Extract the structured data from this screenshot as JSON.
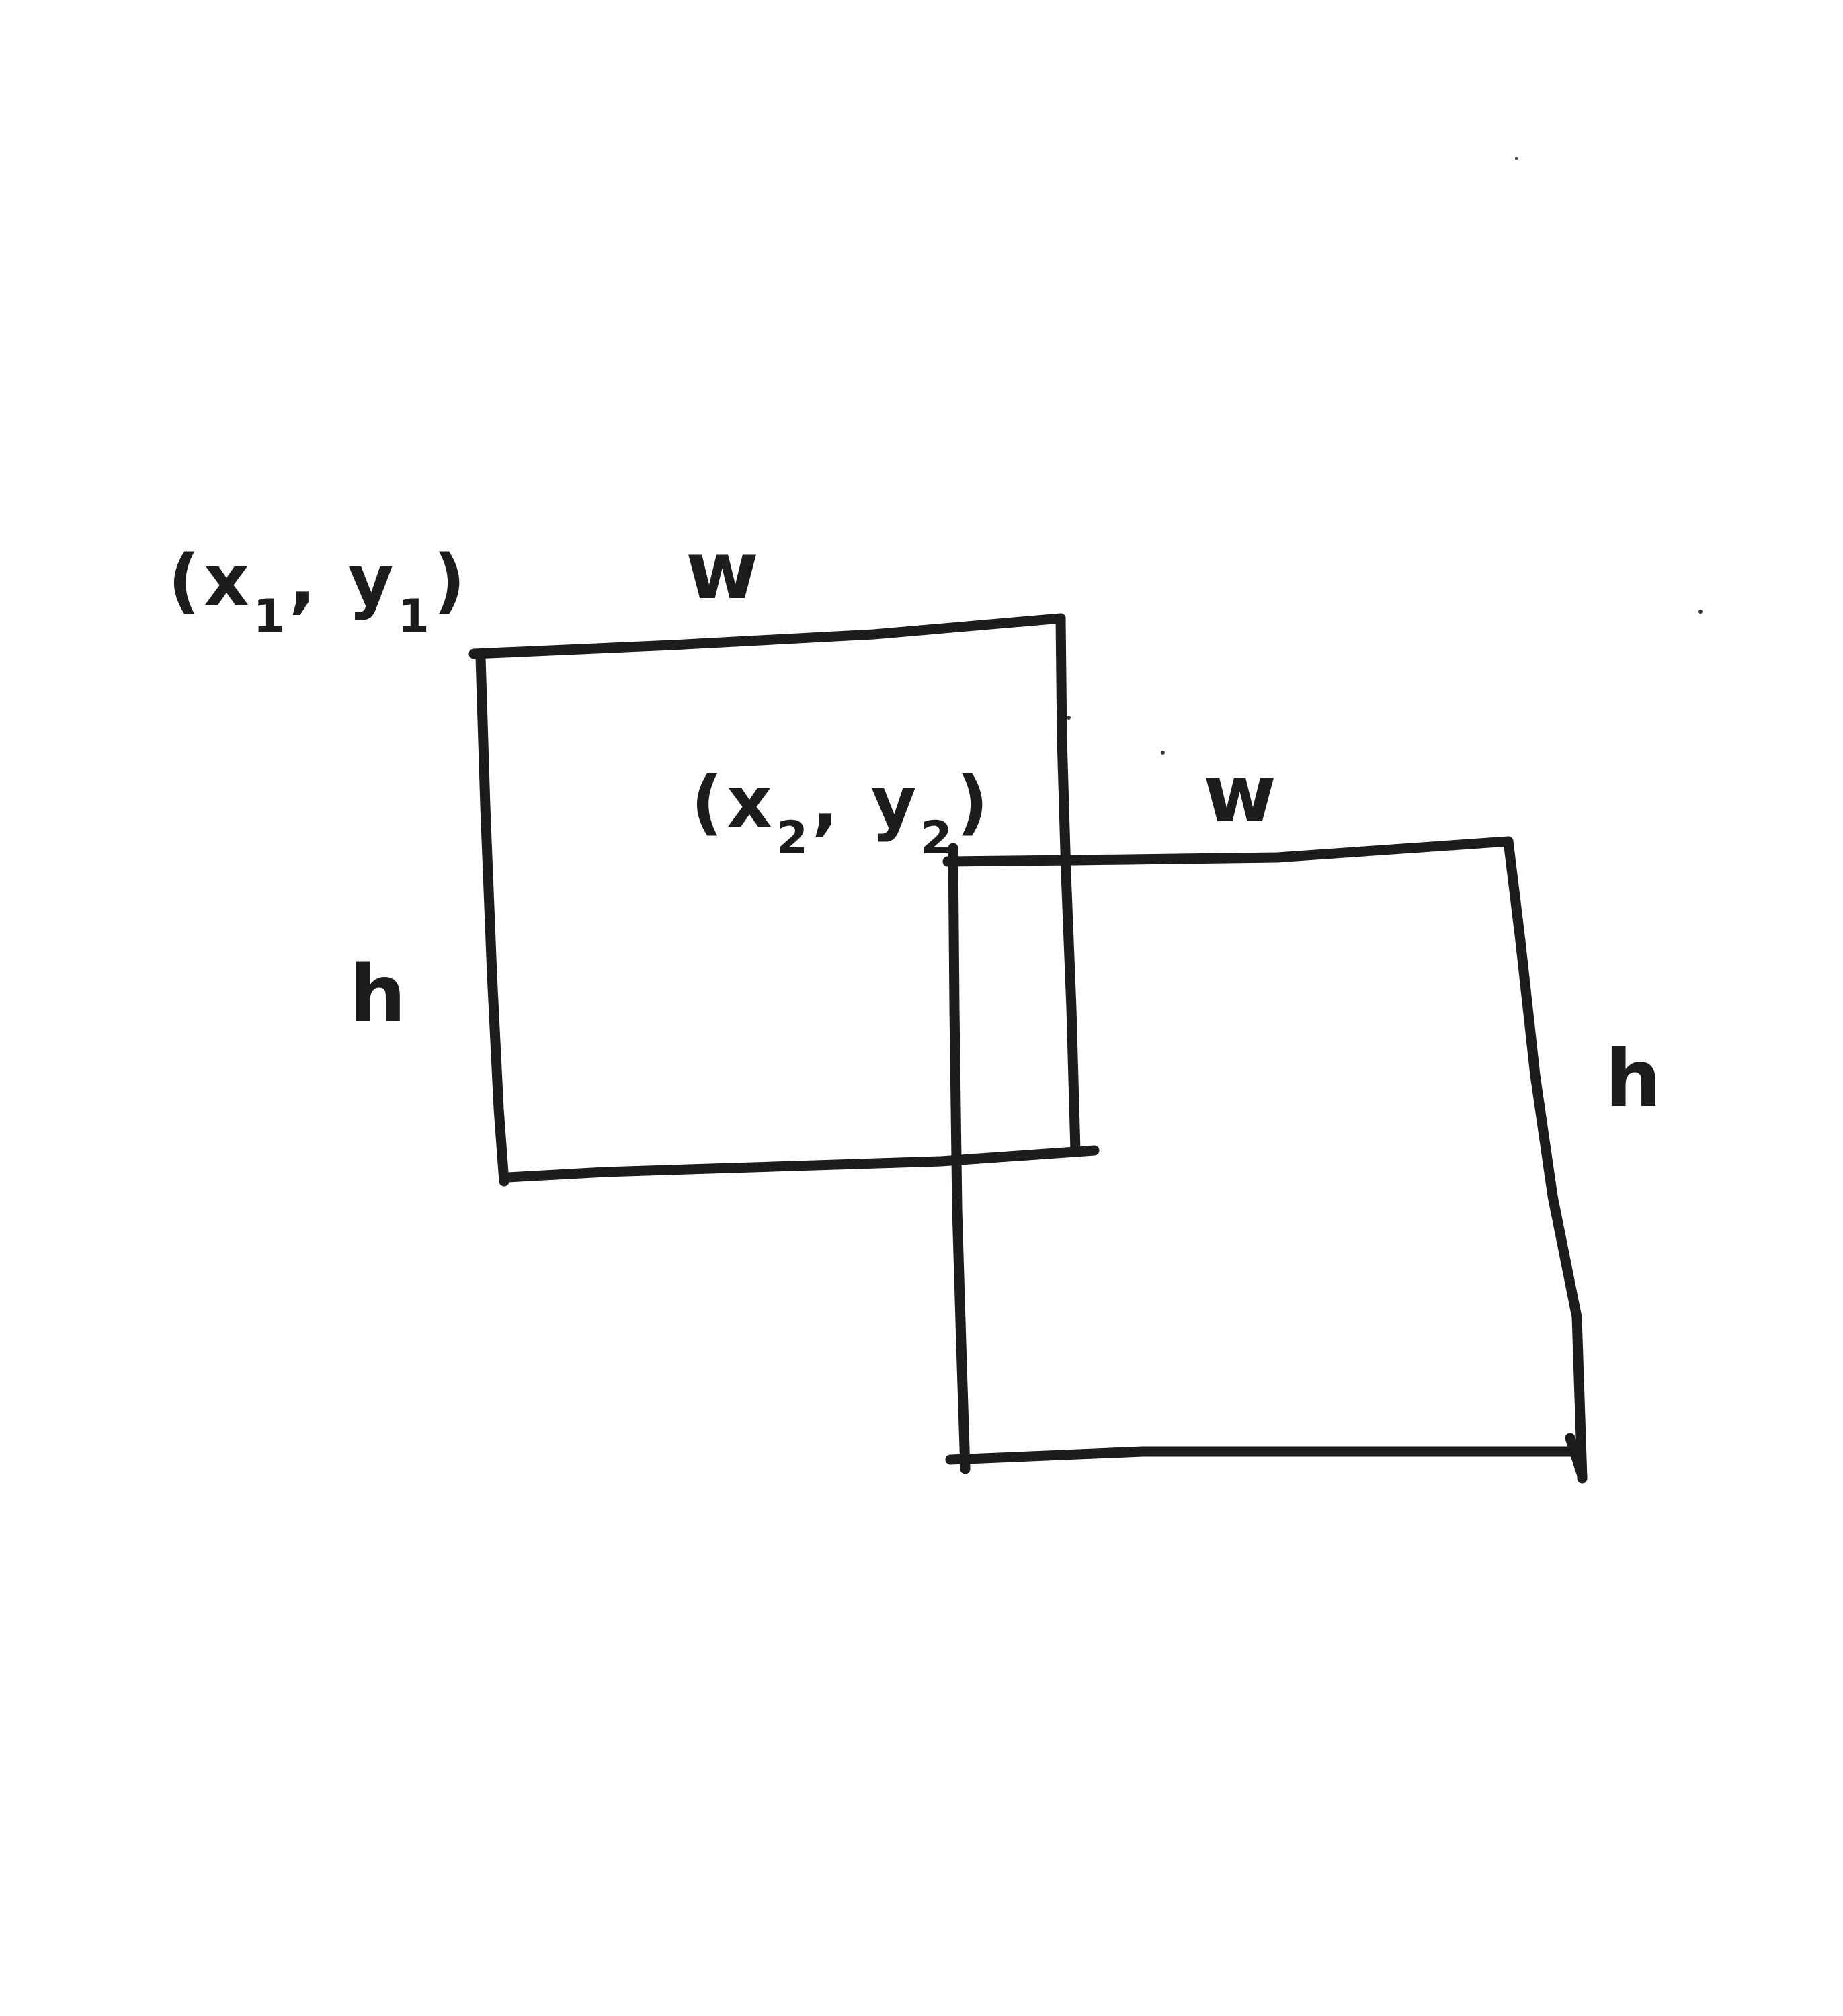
{
  "labels": {
    "rect1": {
      "corner_open": "(",
      "corner_x": "x",
      "corner_x_index": "1",
      "corner_sep": ", ",
      "corner_y": "y",
      "corner_y_index": "1",
      "corner_close": ")",
      "width": "w",
      "height": "h"
    },
    "rect2": {
      "corner_open": "(",
      "corner_x": "x",
      "corner_x_index": "2",
      "corner_sep": ", ",
      "corner_y": "y",
      "corner_y_index": "2",
      "corner_close": ")",
      "width": "w",
      "height": "h"
    }
  },
  "colors": {
    "ink": "#1c1c1c",
    "paper": "#ffffff"
  }
}
